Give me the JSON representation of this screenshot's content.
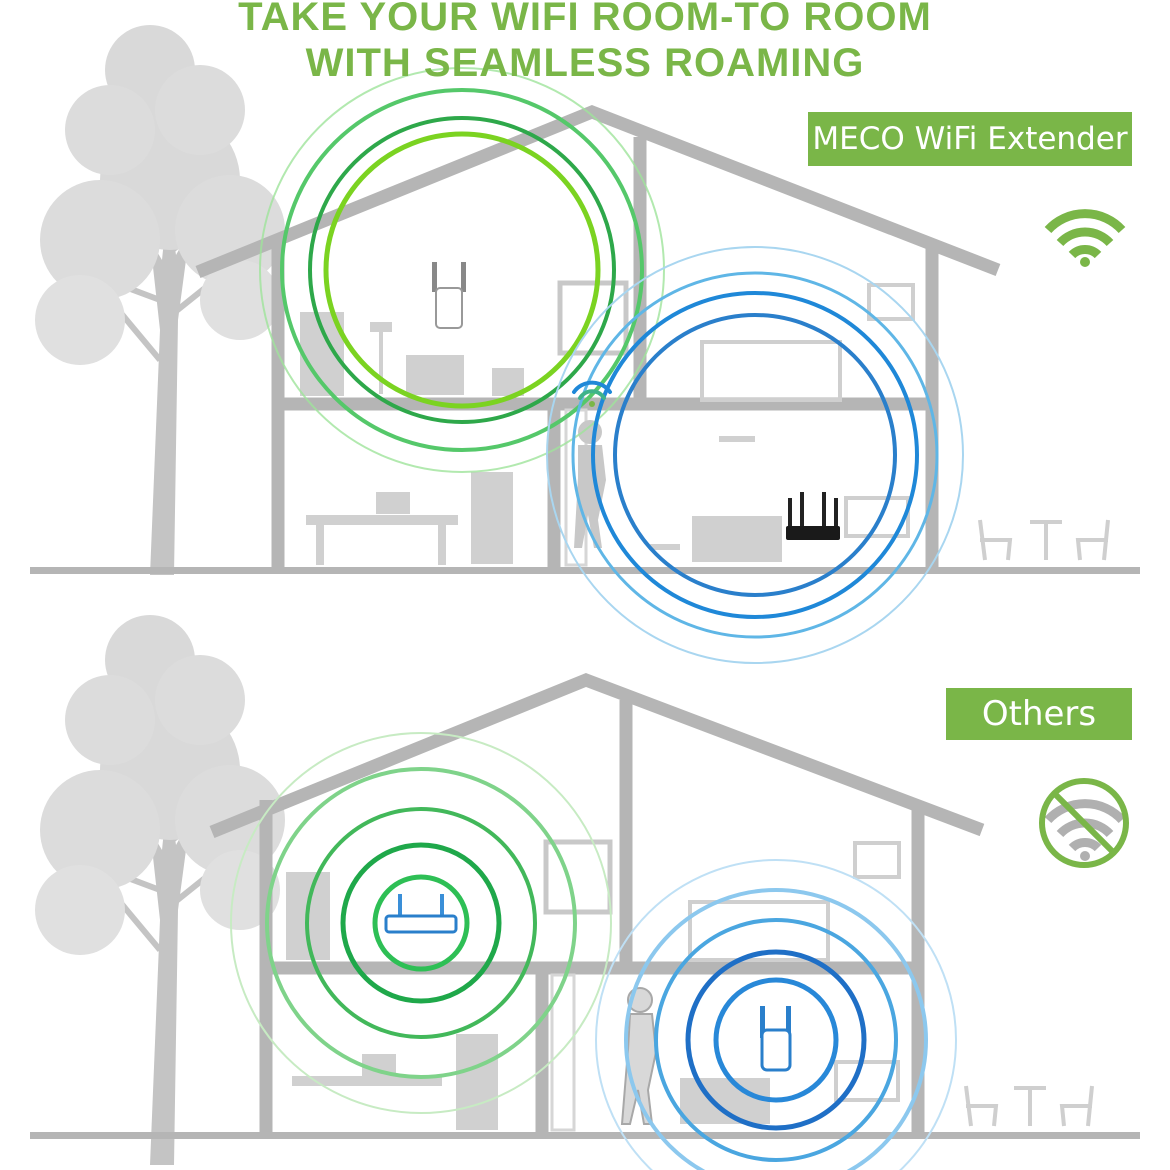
{
  "header": {
    "line1": "TAKE YOUR WIFI ROOM-TO ROOM",
    "line2": "WITH SEAMLESS ROAMING"
  },
  "labels": {
    "meco": "MECO WiFi Extender",
    "others": "Others"
  },
  "icons": {
    "meco_signal": "wifi-icon",
    "others_signal": "no-wifi-icon"
  },
  "colors": {
    "accent_green": "#7ab648",
    "signal_blue": "#1f88d8",
    "house_gray": "#b5b5b5"
  }
}
